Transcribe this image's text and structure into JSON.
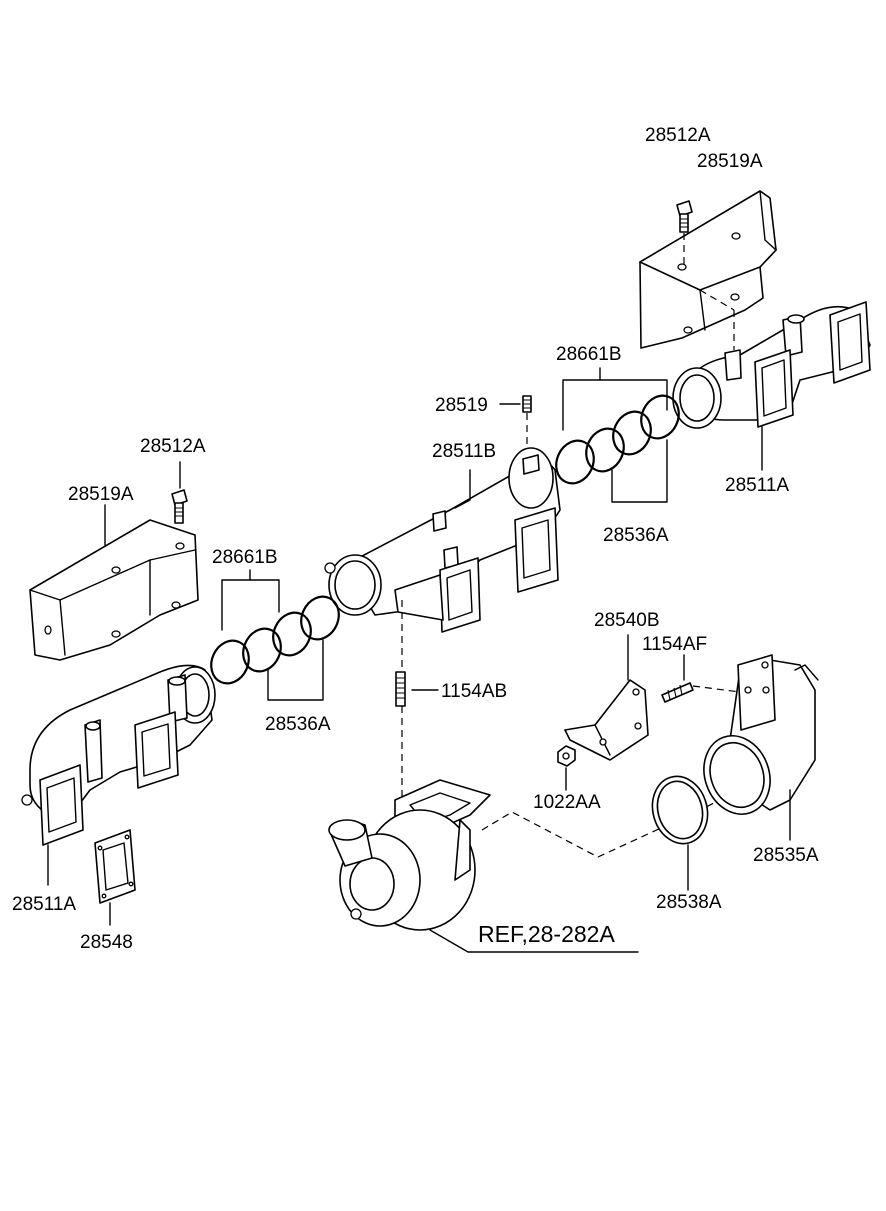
{
  "labels": {
    "bolt_top": "28512A",
    "heatshield_top": "28519A",
    "rings_top": "28661B",
    "stud_small": "28519",
    "manifold_center": "28511B",
    "manifold_right": "28511A",
    "snaprings_right": "28536A",
    "bolt_left": "28512A",
    "heatshield_left": "28519A",
    "rings_left": "28661B",
    "snaprings_left": "28536A",
    "stud_long": "1154AB",
    "bracket": "28540B",
    "stud_bracket": "1154AF",
    "nut": "1022AA",
    "manifold_left": "28511A",
    "gasket": "28548",
    "seal_ring": "28538A",
    "elbow": "28535A",
    "turbo_ref": "REF,28-282A"
  }
}
